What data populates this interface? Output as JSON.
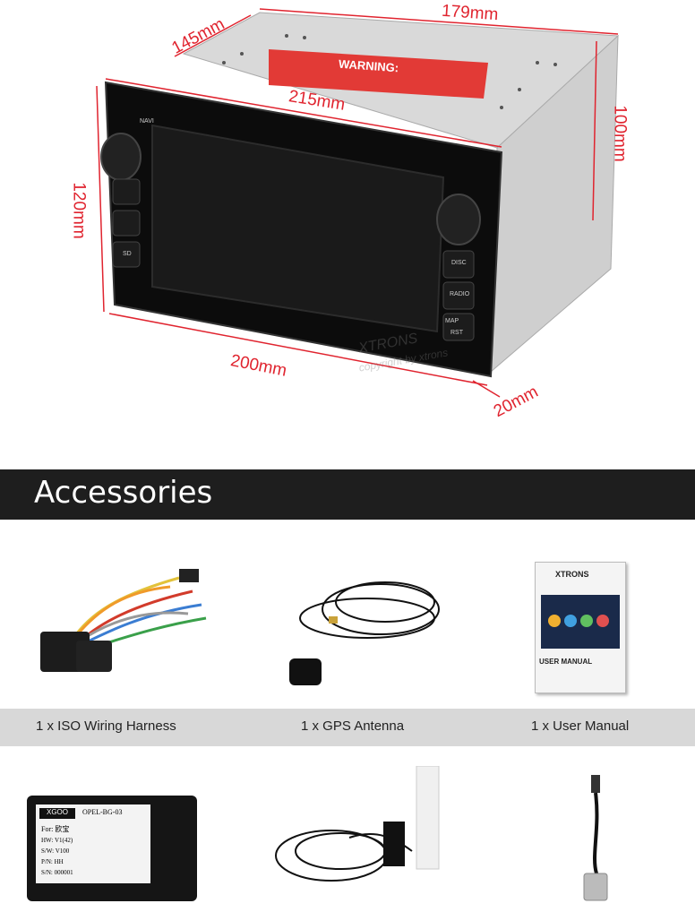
{
  "dimensions": {
    "depth": "145mm",
    "top_width": "179mm",
    "panel_width": "215mm",
    "height_back": "100mm",
    "height_front": "120mm",
    "bottom_width": "200mm",
    "thickness": "20mm"
  },
  "device": {
    "warning": "WARNING:",
    "navi_button": "NAVI",
    "disc_button": "DISC",
    "radio_button": "RADIO",
    "map_button": "MAP",
    "rst_button": "RST",
    "sd_label": "SD",
    "brand_watermark": "XTRONS",
    "copyright_watermark": "copyright by xtrons"
  },
  "accessories": {
    "title": "Accessories",
    "items": [
      {
        "label": "1 x ISO Wiring Harness"
      },
      {
        "label": "1 x GPS Antenna"
      },
      {
        "label": "1 x User Manual"
      }
    ],
    "manual": {
      "brand": "XTRONS",
      "title": "USER MANUAL"
    },
    "canbus_box": {
      "brand": "XGOO",
      "model": "OPEL-BG-03",
      "for": "For: 欧宝",
      "hw": "HW: V1(42)",
      "sw": "S/W: V100",
      "pn": "P/N: HH",
      "sn": "S/N: 000001"
    }
  },
  "colors": {
    "dimension": "#e0242f",
    "header_bg": "#1e1e1e",
    "band_bg": "#d8d8d8"
  }
}
